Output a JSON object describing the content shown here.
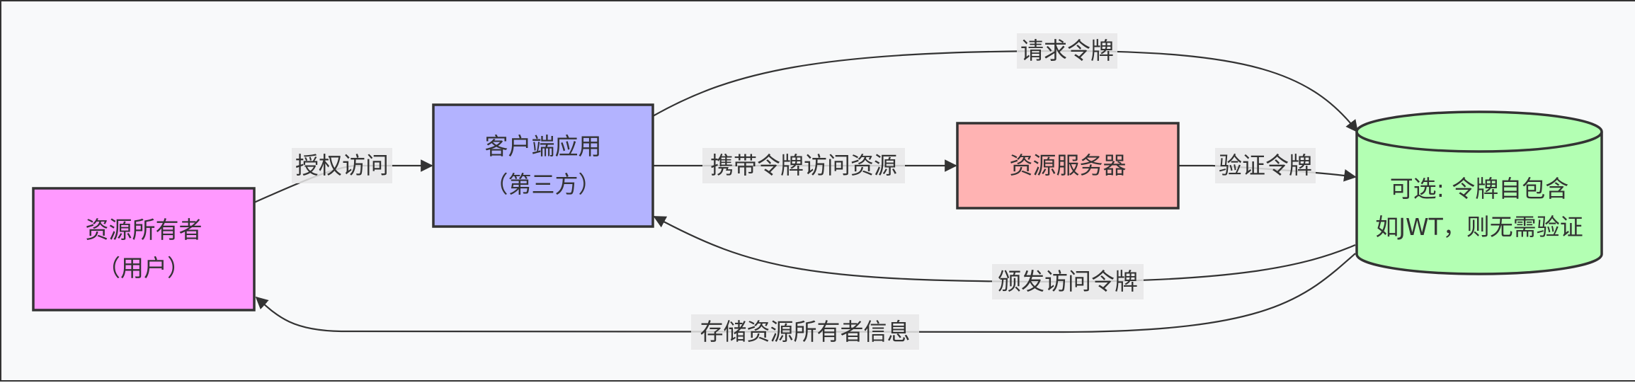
{
  "nodes": {
    "owner": {
      "line1": "资源所有者",
      "line2": "（用户）",
      "fill": "#ff99ff"
    },
    "client": {
      "line1": "客户端应用",
      "line2": "（第三方）",
      "fill": "#b3b3ff"
    },
    "resource_server": {
      "line1": "资源服务器",
      "fill": "#ffb3b3"
    },
    "auth_server": {
      "line1": "可选: 令牌自包含",
      "line2": "如JWT，则无需验证",
      "fill": "#b3ffb3"
    }
  },
  "edges": {
    "authorize": "授权访问",
    "carry_token": "携带令牌访问资源",
    "verify_token": "验证令牌",
    "request_token": "请求令牌",
    "issue_token": "颁发访问令牌",
    "store_owner_info": "存储资源所有者信息"
  },
  "colors": {
    "stroke": "#333333",
    "label_bg": "#e8e8e8",
    "background": "#f8f9fa"
  }
}
